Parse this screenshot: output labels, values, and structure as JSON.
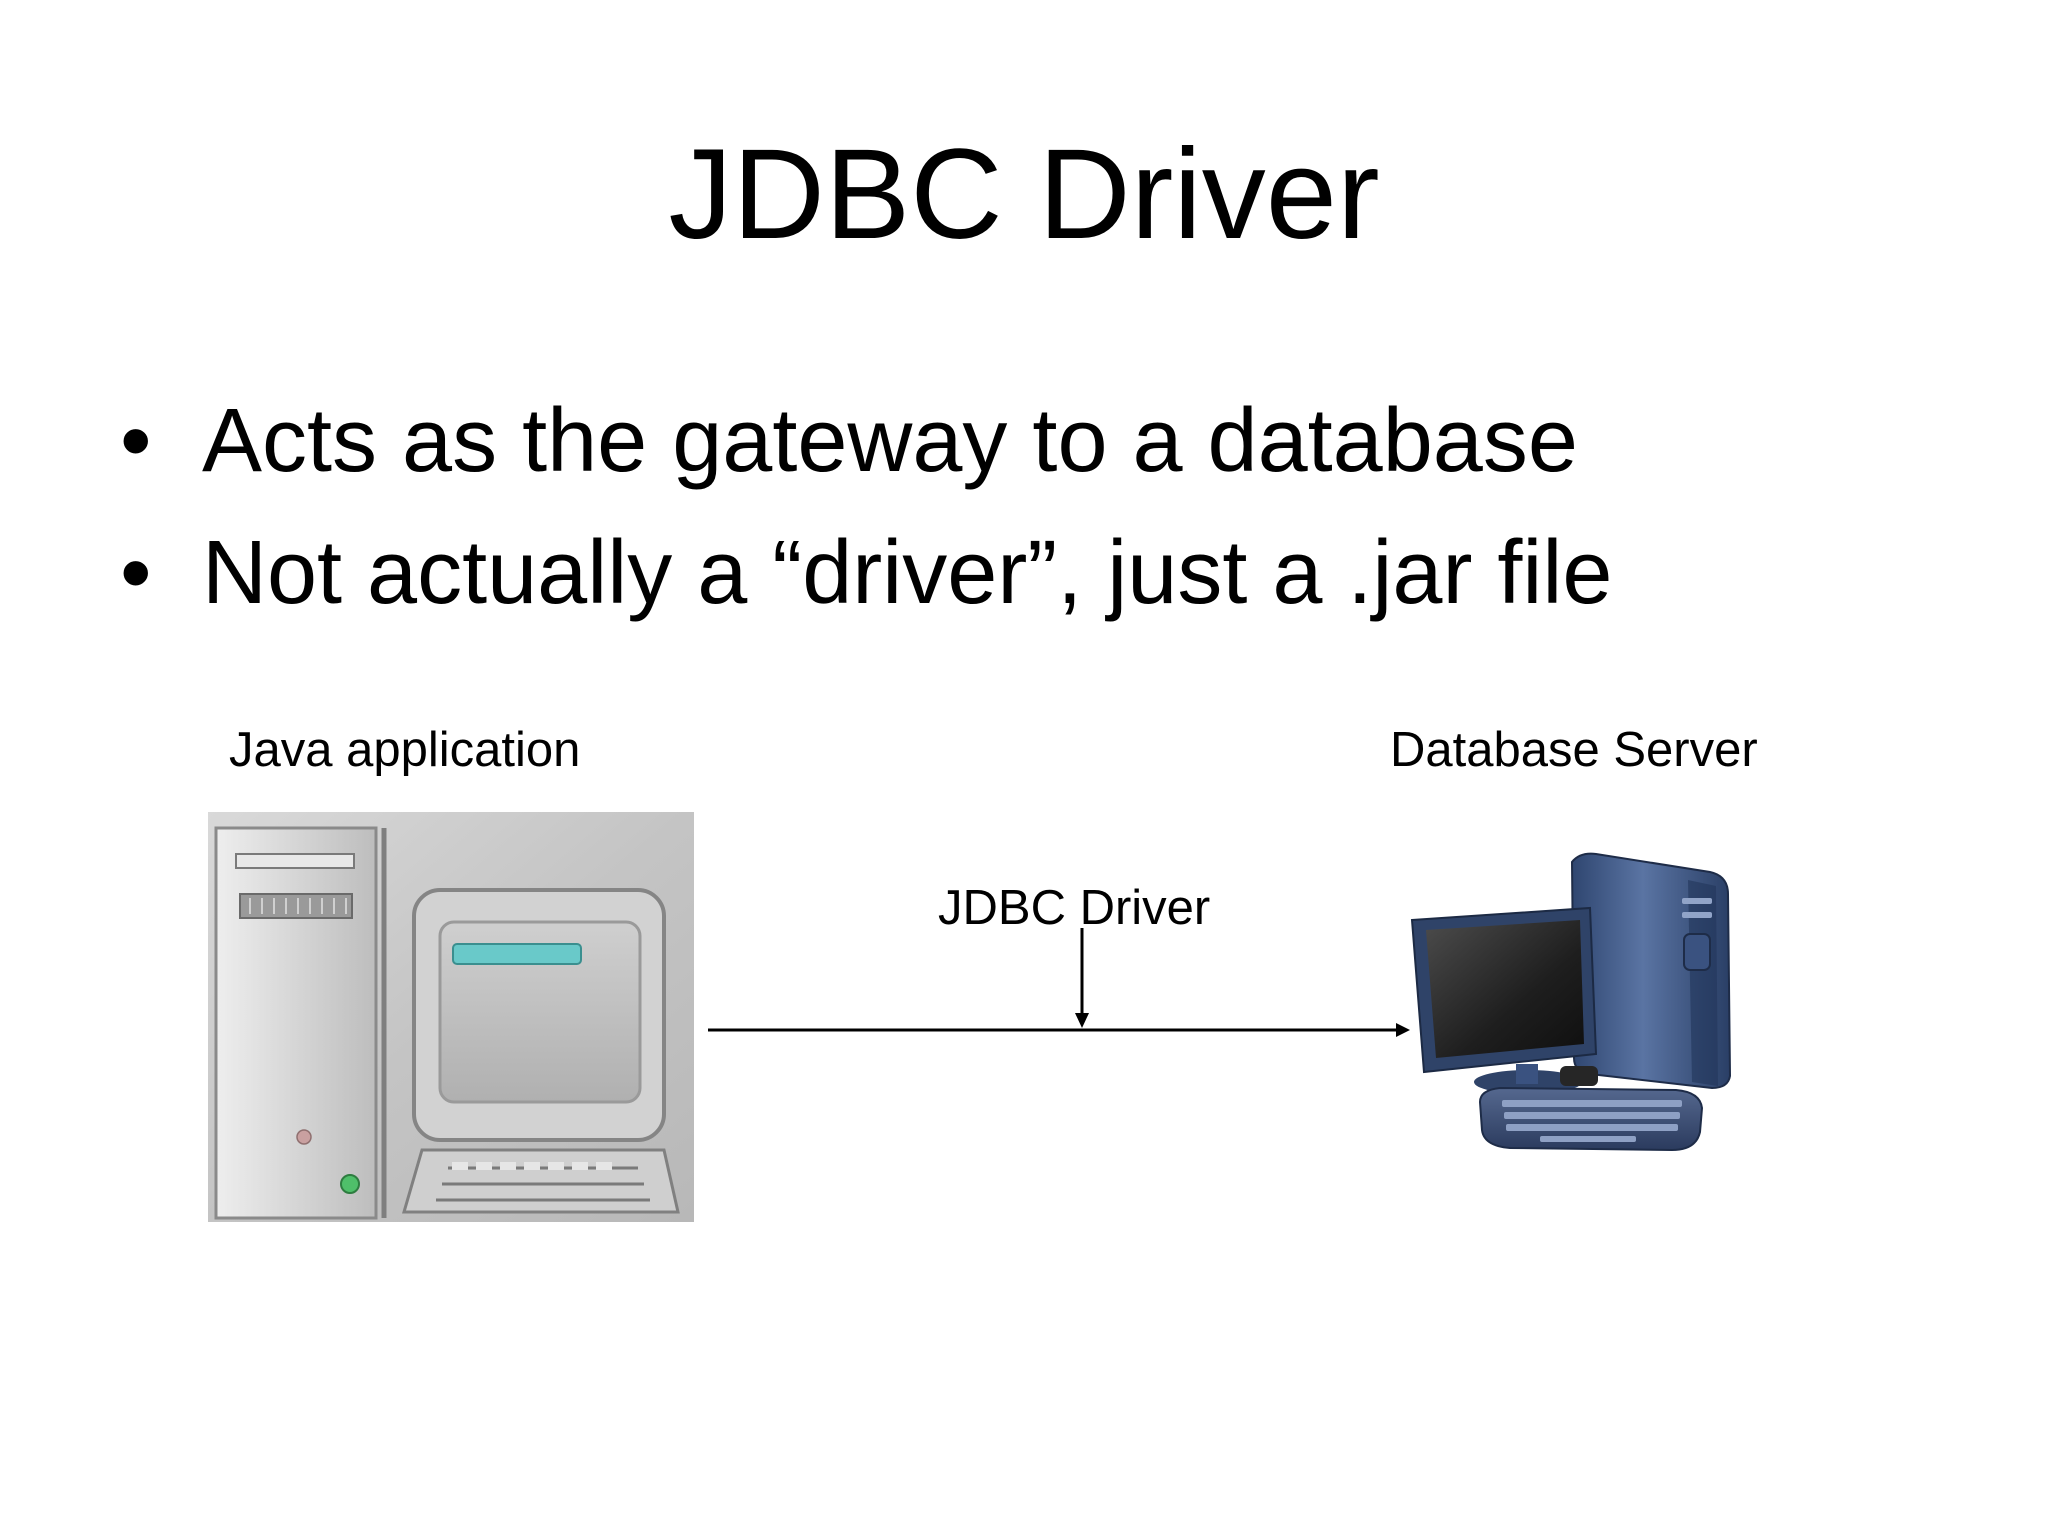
{
  "slide": {
    "title": "JDBC Driver",
    "bullets": [
      "Acts as the gateway to a database",
      "Not actually a “driver”, just a .jar file"
    ],
    "bullet_glyph": "•"
  },
  "diagram": {
    "left_node": {
      "label": "Java application",
      "icon": "embossed-desktop-computer-icon"
    },
    "right_node": {
      "label": "Database Server",
      "icon": "blue-desktop-computer-icon"
    },
    "connector_label": "JDBC Driver"
  },
  "colors": {
    "text": "#000000",
    "background": "#ffffff",
    "server_blue": "#3a5280"
  }
}
